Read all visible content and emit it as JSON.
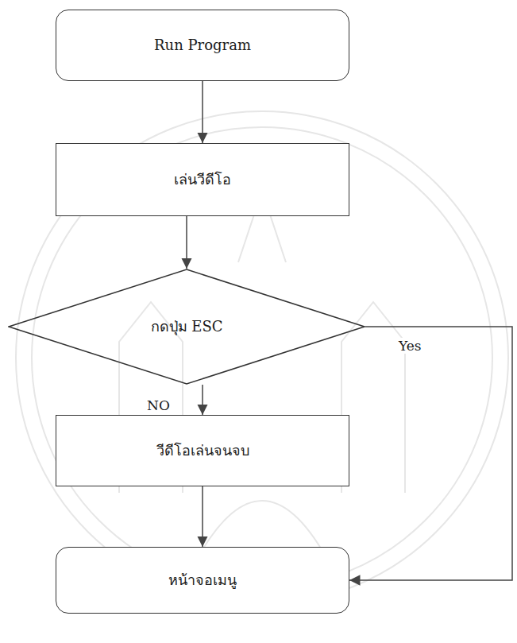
{
  "diagram": {
    "nodes": [
      {
        "text": [
          "Run Program"
        ]
      },
      {
        "text": [
          "เล่นวีดีโอ"
        ]
      },
      {
        "text": [
          "กดปุ่ม ESC"
        ]
      },
      {
        "text": [
          "วีดีโอเล่นจนจบ"
        ]
      },
      {
        "text": [
          "หน้าจอเมนู"
        ]
      }
    ],
    "edges": [
      {
        "from": 0,
        "to": 1,
        "arrow": "to"
      },
      {
        "from": 1,
        "to": 2,
        "arrow": "to"
      },
      {
        "from": 2,
        "to": 3,
        "label": "NO",
        "arrow": "to"
      },
      {
        "from": 3,
        "to": 4,
        "arrow": "to"
      },
      {
        "from": 2,
        "to": 4,
        "label": "Yes",
        "arrow": "to"
      }
    ]
  }
}
